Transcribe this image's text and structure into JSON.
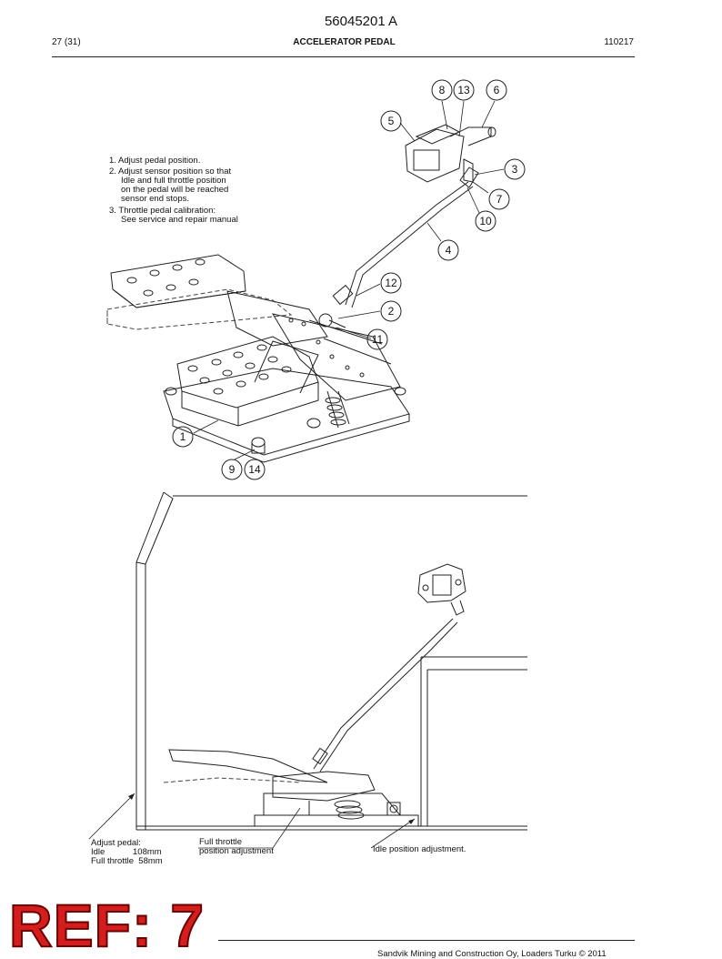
{
  "document": {
    "number": "56045201 A",
    "page": "27 (31)",
    "title": "ACCELERATOR PEDAL",
    "code": "110217"
  },
  "instructions": [
    {
      "lines": [
        "1. Adjust pedal position."
      ]
    },
    {
      "lines": [
        "2. Adjust sensor position so that",
        "Idle and full throttle position",
        "on the pedal will be reached",
        "sensor end stops."
      ]
    },
    {
      "lines": [
        "3. Throttle pedal calibration:",
        "See service and repair manual"
      ]
    }
  ],
  "callouts": [
    "8",
    "13",
    "6",
    "5",
    "3",
    "7",
    "10",
    "4",
    "12",
    "2",
    "11",
    "1",
    "9",
    "14"
  ],
  "adjustments": {
    "pedal": {
      "title": "Adjust pedal:",
      "idle_label": "Idle",
      "idle_value": "108mm",
      "full_label": "Full throttle",
      "full_value": "58mm"
    },
    "full_throttle": {
      "line1": "Full throttle",
      "line2": "position adjustment"
    },
    "idle": {
      "text": "Idle position adjustment."
    }
  },
  "stamp": {
    "text": "REF: 7"
  },
  "footer": {
    "copyright": "Sandvik Mining and Construction Oy, Loaders Turku © 2011"
  }
}
